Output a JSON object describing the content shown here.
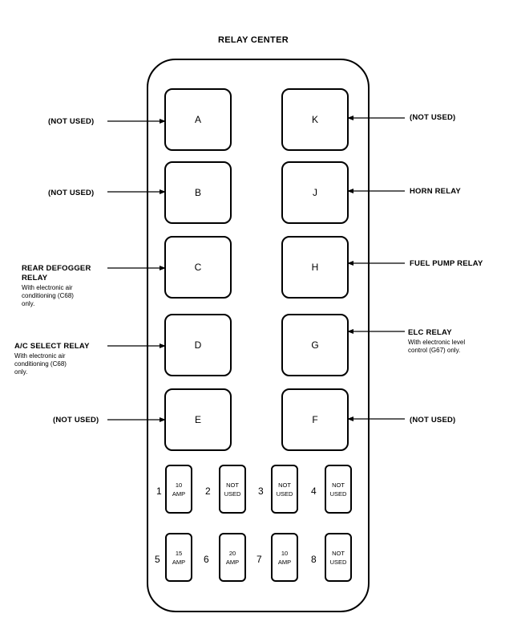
{
  "title": "RELAY CENTER",
  "relays": {
    "A": "A",
    "B": "B",
    "C": "C",
    "D": "D",
    "E": "E",
    "K": "K",
    "J": "J",
    "H": "H",
    "G": "G",
    "F": "F"
  },
  "left_labels": {
    "A": {
      "label": "(NOT USED)"
    },
    "B": {
      "label": "(NOT USED)"
    },
    "C": {
      "label_l1": "REAR DEFOGGER",
      "label_l2": "RELAY",
      "note": [
        "With electronic air",
        "conditioning (C68)",
        "only."
      ]
    },
    "D": {
      "label": "A/C SELECT RELAY",
      "note": [
        "With electronic air",
        "conditioning (C68)",
        "only."
      ]
    },
    "E": {
      "label": "(NOT USED)"
    }
  },
  "right_labels": {
    "K": {
      "label": "(NOT USED)"
    },
    "J": {
      "label": "HORN RELAY"
    },
    "H": {
      "label": "FUEL PUMP RELAY"
    },
    "G": {
      "label": "ELC RELAY",
      "note": [
        "With electronic level",
        "control (G67) only."
      ]
    },
    "F": {
      "label": "(NOT USED)"
    }
  },
  "fuses": [
    {
      "num": "1",
      "l1": "10",
      "l2": "AMP"
    },
    {
      "num": "2",
      "l1": "NOT",
      "l2": "USED"
    },
    {
      "num": "3",
      "l1": "NOT",
      "l2": "USED"
    },
    {
      "num": "4",
      "l1": "NOT",
      "l2": "USED"
    },
    {
      "num": "5",
      "l1": "15",
      "l2": "AMP"
    },
    {
      "num": "6",
      "l1": "20",
      "l2": "AMP"
    },
    {
      "num": "7",
      "l1": "10",
      "l2": "AMP"
    },
    {
      "num": "8",
      "l1": "NOT",
      "l2": "USED"
    }
  ]
}
